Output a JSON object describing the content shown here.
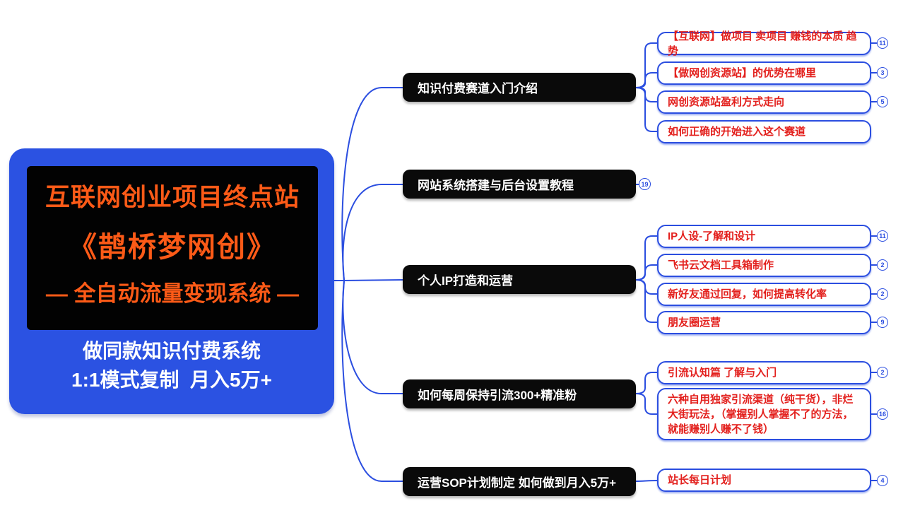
{
  "colors": {
    "accent_blue": "#2b4ee0",
    "root_blue": "#2b52e2",
    "node_black": "#0a0a0a",
    "leaf_red": "#e3201d",
    "title_orange": "#fc5a17"
  },
  "root": {
    "title_line1": "互联网创业项目终点站",
    "title_line2": "《鹊桥梦网创》",
    "title_line3": "— 全自动流量变现系统 —",
    "subtitle_line1": "做同款知识付费系统",
    "subtitle_line2": "1:1模式复制  月入5万+"
  },
  "branches": [
    {
      "label": "知识付费赛道入门介绍",
      "children": [
        {
          "text": "【互联网】做项目 卖项目 赚钱的本质 趋势",
          "badge": "11"
        },
        {
          "text": "【做网创资源站】的优势在哪里",
          "badge": "3"
        },
        {
          "text": "网创资源站盈利方式走向",
          "badge": "5"
        },
        {
          "text": "如何正确的开始进入这个赛道",
          "badge": ""
        }
      ]
    },
    {
      "label": "网站系统搭建与后台设置教程",
      "badge": "19",
      "children": []
    },
    {
      "label": "个人IP打造和运营",
      "children": [
        {
          "text": "IP人设-了解和设计",
          "badge": "11"
        },
        {
          "text": "飞书云文档工具箱制作",
          "badge": "2"
        },
        {
          "text": "新好友通过回复，如何提高转化率",
          "badge": "2"
        },
        {
          "text": "朋友圈运营",
          "badge": "9"
        }
      ]
    },
    {
      "label": "如何每周保持引流300+精准粉",
      "children": [
        {
          "text": "引流认知篇 了解与入门",
          "badge": "2"
        },
        {
          "text": "六种自用独家引流渠道（纯干货），非烂大街玩法，（掌握别人掌握不了的方法，就能赚别人赚不了钱）",
          "badge": "16"
        }
      ]
    },
    {
      "label": "运营SOP计划制定 如何做到月入5万+",
      "children": [
        {
          "text": "站长每日计划",
          "badge": "4"
        }
      ]
    }
  ]
}
